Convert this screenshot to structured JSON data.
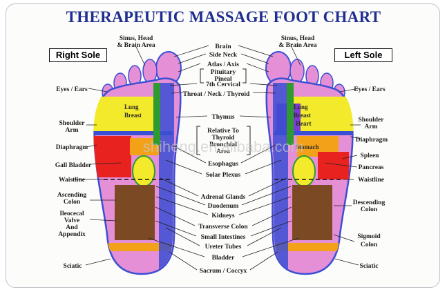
{
  "title": "THERAPEUTIC MASSAGE FOOT CHART",
  "right_sole": "Right Sole",
  "left_sole": "Left Sole",
  "watermark": "shiheng.en.alibaba.com",
  "labels": {
    "sinus_head_1": "Sinus, Head",
    "sinus_head_2": "& Brain Area",
    "brain": "Brain",
    "side_neck": "Side Neck",
    "atlas_axis": "Atlas / Axis",
    "pituitary": "Pituitary",
    "pineal": "Pineal",
    "cervical": "7th Cervical",
    "throat_neck_thyroid": "Throat / Neck / Thyroid",
    "thymus": "Thymus",
    "relative_1": "Relative To",
    "relative_2": "Thyroid",
    "relative_3": "Bronchial",
    "relative_4": "Area",
    "esophagus": "Esophagus",
    "solar_plexus": "Solar Plexus",
    "adrenal_glands": "Adrenal Glands",
    "duodenum": "Duodenum",
    "kidneys": "Kidneys",
    "transverse_colon": "Transverse Colon",
    "small_intestines": "Small Intestines",
    "ureter_tubes": "Ureter Tubes",
    "bladder": "Bladder",
    "sacrum_coccyx": "Sacrum / Coccyx",
    "eyes_ears": "Eyes / Ears",
    "shoulder": "Shoulder",
    "arm": "Arm",
    "diaphragm": "Diaphragm",
    "gall_bladder": "Gall Bladder",
    "waistline": "Waistline",
    "ascending_1": "Ascending",
    "ascending_2": "Colon",
    "ileocecal_1": "Ileocecal",
    "ileocecal_2": "Valve",
    "ileocecal_3": "And",
    "ileocecal_4": "Appendix",
    "sciatic": "Sciatic",
    "spleen": "Spleen",
    "pancreas": "Pancreas",
    "descending_1": "Descending",
    "descending_2": "Colon",
    "sigmoid_1": "Sigmoid",
    "sigmoid_2": "Colon",
    "lung": "Lung",
    "breast": "Breast",
    "heart": "Heart",
    "stomach": "Stomach"
  },
  "colors": {
    "title": "#1f2e8f",
    "pink": "#e58fd6",
    "yellow": "#f2ea2a",
    "blue": "#3b4fd4",
    "green": "#2f9a2f",
    "red": "#e8231f",
    "orange": "#f4a11a",
    "brown": "#7b4a25",
    "purple": "#7c3bd1"
  }
}
